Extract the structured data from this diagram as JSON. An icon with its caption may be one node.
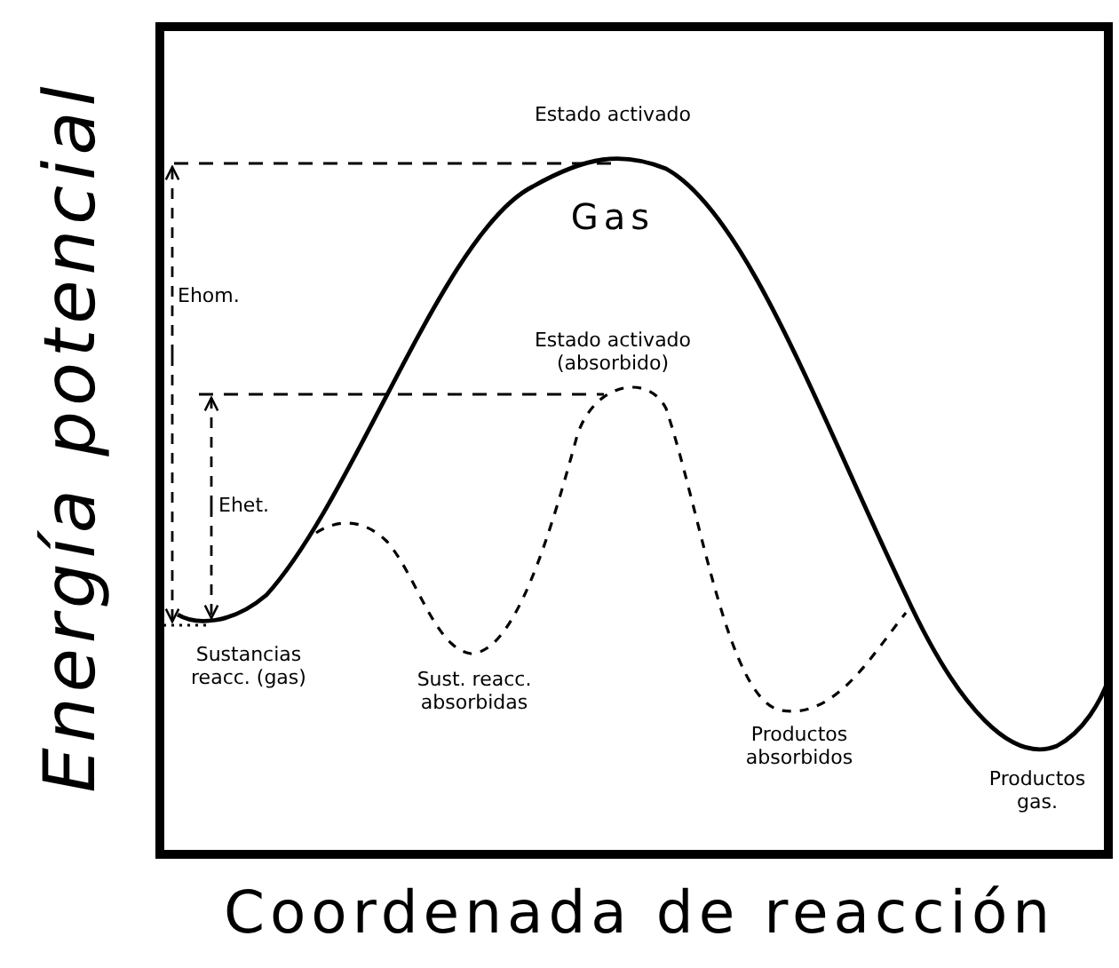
{
  "diagram": {
    "labels": [
      "Estado activado",
      "Gas",
      "Ehom.",
      "Estado activado (absorbido)",
      "Ehet.",
      "Sustancias reacc. (gas)",
      "Sust. reacc. absorbidas",
      "Productos absorbidos",
      "Productos gas.",
      "Energía potencial",
      "Coordenada de reacción"
    ]
  }
}
